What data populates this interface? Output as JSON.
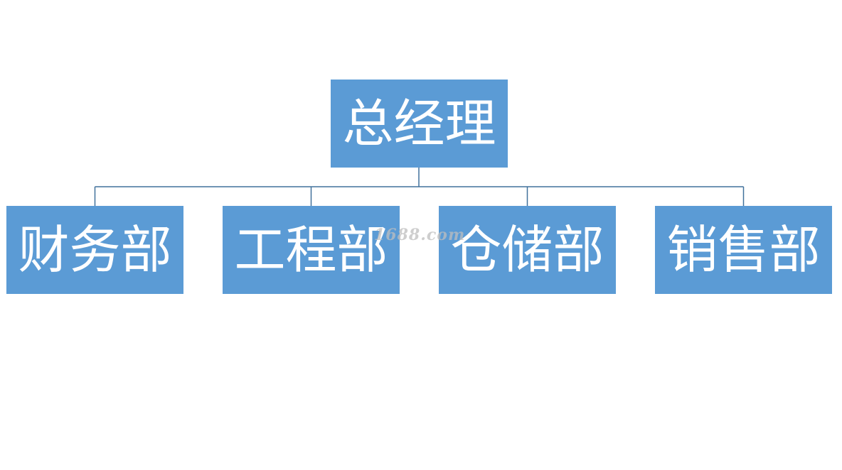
{
  "org_chart": {
    "root": {
      "label": "总经理"
    },
    "children": [
      {
        "label": "财务部"
      },
      {
        "label": "工程部"
      },
      {
        "label": "仓储部"
      },
      {
        "label": "销售部"
      }
    ],
    "colors": {
      "node_fill": "#5b9bd5",
      "node_text": "#ffffff",
      "connector": "#41719c"
    }
  },
  "watermark": {
    "text": "1688.com"
  }
}
